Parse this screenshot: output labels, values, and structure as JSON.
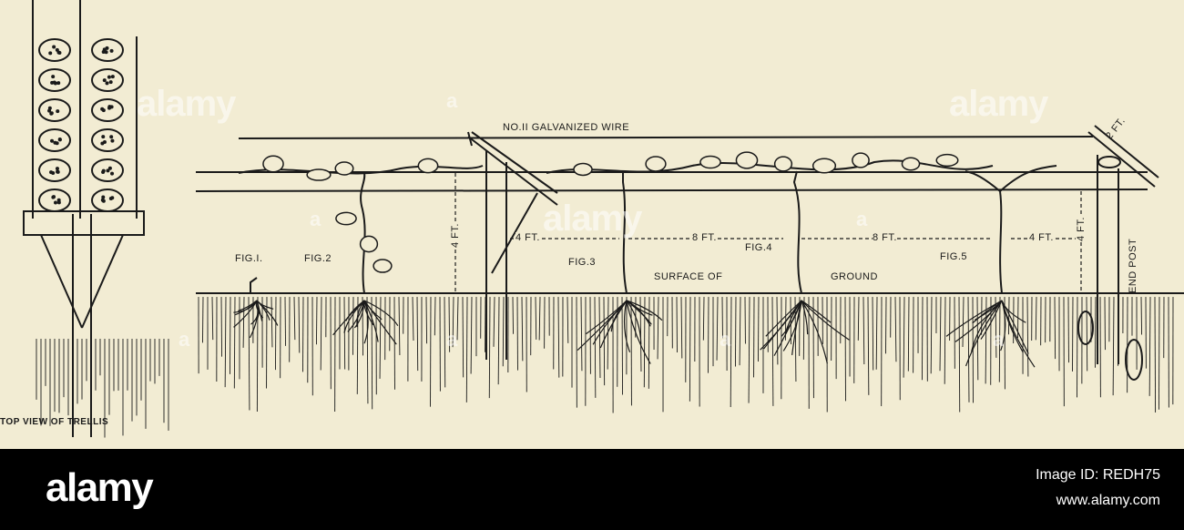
{
  "labels": {
    "wire": "NO.II GALVANIZED WIRE",
    "top_view": "TOP VIEW OF TRELLIS",
    "fig1": "FIG.I.",
    "fig2": "FIG.2",
    "fig3": "FIG.3",
    "fig4": "FIG.4",
    "fig5": "FIG.5",
    "surface_of": "SURFACE OF",
    "ground": "GROUND",
    "end_post": "END POST",
    "two_ft": "2 FT.",
    "four_ft_left": "4 FT.",
    "four_ft_right": "4 FT.",
    "dist_a": "4 FT.",
    "dist_b": "8 FT.",
    "dist_c": "8 FT.",
    "dist_d": "4 FT."
  },
  "watermarks": {
    "word": "alamy",
    "letter": "a"
  },
  "footer": {
    "logo": "alamy",
    "image_id": "Image ID: REDH75",
    "url": "www.alamy.com"
  },
  "colors": {
    "paper": "#f2ecd3",
    "ink": "#1a1a1a",
    "footer_bg": "#000000",
    "footer_text": "#ffffff"
  }
}
